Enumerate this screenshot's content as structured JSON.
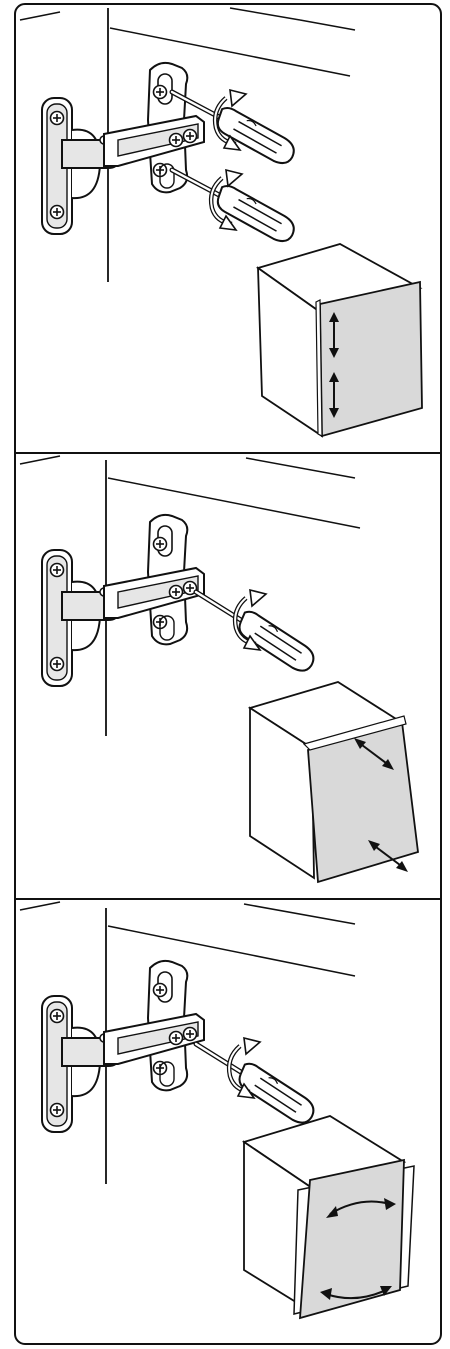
{
  "figure": {
    "kind": "hinge-adjustment-instructions",
    "colors": {
      "line": "#111111",
      "door_face": "#d9d9d9",
      "cabinet_side": "#ffffff",
      "metal": "#e6e6e6",
      "background": "#ffffff"
    },
    "panels": [
      {
        "id": "height-adjustment",
        "hinge_screws": [
          "upper-mounting-screw",
          "lower-mounting-screw"
        ],
        "screwdrivers": 2,
        "turn_arrows": 2,
        "door_motion": "vertical",
        "icons": [
          "hinge-icon",
          "screwdriver-icon",
          "rotate-arrow-icon",
          "double-arrow-vertical-icon"
        ]
      },
      {
        "id": "depth-adjustment",
        "hinge_screws": [
          "depth-screw"
        ],
        "screwdrivers": 1,
        "turn_arrows": 1,
        "door_motion": "in-out",
        "icons": [
          "hinge-icon",
          "screwdriver-icon",
          "rotate-arrow-icon",
          "double-arrow-diagonal-icon"
        ]
      },
      {
        "id": "side-adjustment",
        "hinge_screws": [
          "side-screw"
        ],
        "screwdrivers": 1,
        "turn_arrows": 1,
        "door_motion": "tilt",
        "icons": [
          "hinge-icon",
          "screwdriver-icon",
          "rotate-arrow-icon",
          "curved-double-arrow-icon"
        ]
      }
    ]
  }
}
